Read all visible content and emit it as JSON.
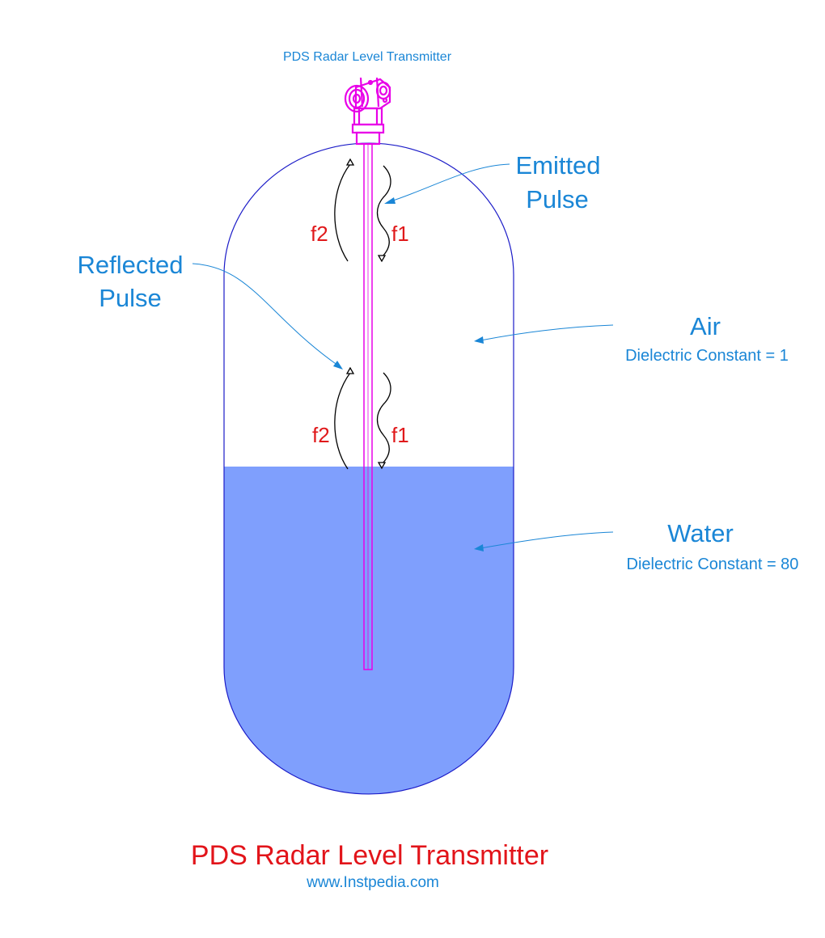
{
  "header": {
    "transmitter_label": "PDS Radar Level Transmitter"
  },
  "labels": {
    "emitted_line1": "Emitted",
    "emitted_line2": "Pulse",
    "reflected_line1": "Reflected",
    "reflected_line2": "Pulse",
    "f1": "f1",
    "f2": "f2"
  },
  "media": {
    "air_name": "Air",
    "air_dielectric": "Dielectric Constant = 1",
    "water_name": "Water",
    "water_dielectric": "Dielectric Constant = 80"
  },
  "footer": {
    "title": "PDS Radar Level Transmitter",
    "website": "www.Instpedia.com"
  },
  "colors": {
    "label_blue": "#1a86d6",
    "label_red": "#e0191b",
    "vessel_outline": "#1c1cc8",
    "water_fill": "#7f9ffd",
    "probe_magenta": "#e800e8",
    "wave_black": "#000000"
  },
  "icons": {
    "transmitter": "radar-transmitter-head-icon"
  }
}
